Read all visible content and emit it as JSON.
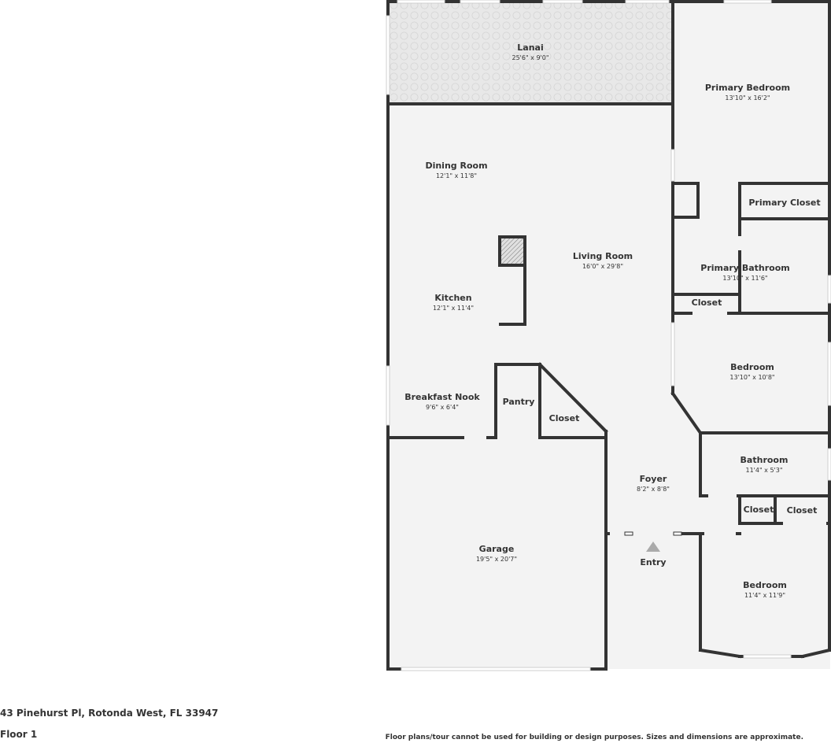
{
  "rooms": {
    "lanai": {
      "name": "Lanai",
      "dim": "25'6\" x 9'0\""
    },
    "primary_bedroom": {
      "name": "Primary Bedroom",
      "dim": "13'10\" x 16'2\""
    },
    "dining_room": {
      "name": "Dining Room",
      "dim": "12'1\" x 11'8\""
    },
    "primary_closet": {
      "name": "Primary Closet"
    },
    "living_room": {
      "name": "Living Room",
      "dim": "16'0\" x 29'8\""
    },
    "primary_bathroom": {
      "name": "Primary Bathroom",
      "dim": "13'10\" x 11'6\""
    },
    "kitchen": {
      "name": "Kitchen",
      "dim": "12'1\" x 11'4\""
    },
    "closet_primary_bath": {
      "name": "Closet"
    },
    "bedroom_2": {
      "name": "Bedroom",
      "dim": "13'10\" x 10'8\""
    },
    "breakfast_nook": {
      "name": "Breakfast Nook",
      "dim": "9'6\" x 6'4\""
    },
    "pantry": {
      "name": "Pantry"
    },
    "closet_kitchen": {
      "name": "Closet"
    },
    "bathroom": {
      "name": "Bathroom",
      "dim": "11'4\" x 5'3\""
    },
    "foyer": {
      "name": "Foyer",
      "dim": "8'2\" x 8'8\""
    },
    "closet_hall_1": {
      "name": "Closet"
    },
    "closet_hall_2": {
      "name": "Closet"
    },
    "garage": {
      "name": "Garage",
      "dim": "19'5\" x 20'7\""
    },
    "entry": {
      "name": "Entry"
    },
    "bedroom_3": {
      "name": "Bedroom",
      "dim": "11'4\" x 11'9\""
    }
  },
  "footer": {
    "address": "43 Pinehurst Pl, Rotonda West, FL 33947",
    "floor": "Floor 1",
    "disclaimer": "Floor plans/tour cannot be used for building or design purposes. Sizes and dimensions are approximate."
  },
  "colors": {
    "wall": "#333333",
    "floor_fill": "#f3f3f3",
    "lanai_fill": "#e8e8e8",
    "window": "#d8d8d8"
  }
}
